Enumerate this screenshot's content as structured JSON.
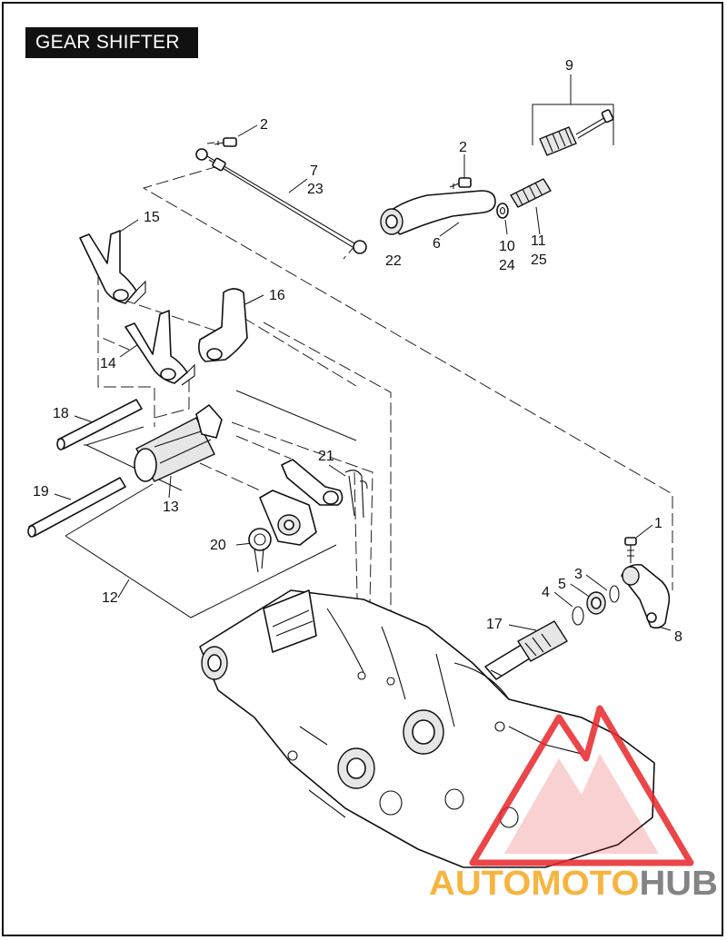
{
  "title": "GEAR SHIFTER",
  "callouts": {
    "c1": "1",
    "c2a": "2",
    "c2b": "2",
    "c3": "3",
    "c4": "4",
    "c5": "5",
    "c6": "6",
    "c7": "7",
    "c23": "23",
    "c8": "8",
    "c9": "9",
    "c10": "10",
    "c24": "24",
    "c11": "11",
    "c25": "25",
    "c12": "12",
    "c13": "13",
    "c14": "14",
    "c15": "15",
    "c16": "16",
    "c17": "17",
    "c18": "18",
    "c19": "19",
    "c20": "20",
    "c21": "21",
    "c22": "22"
  },
  "watermark": {
    "part1": "AUTO",
    "part2": "MOTO",
    "part3": "HUB",
    "color_red": "#e8262a",
    "color_orange": "#f6a91f",
    "color_gray": "#6f6f6f"
  }
}
